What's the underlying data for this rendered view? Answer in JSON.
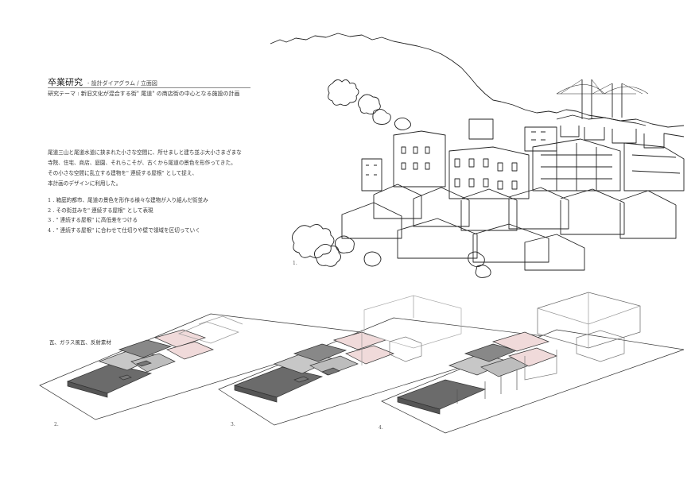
{
  "header": {
    "title": "卒業研究",
    "subtitle": "- 設計ダイアグラム / 立面図",
    "theme": "研究テーマ : 新旧文化が混合する街\" 尾道\" の商店街の中心となる施設の計画"
  },
  "description": [
    "尾道三山と尾道水道に挟まれた小さな空間に、所せましと建ち並ぶ大小さまざまな",
    "寺院、住宅、商店、庭園、それらこそが、古くから尾道の景色を形作ってきた。",
    "その小さな空間に乱立する建物を\" 連続する屋根\" として捉え、",
    "本計画のデザインに利用した。"
  ],
  "steps": [
    "1 . 箱庭的都市、尾道の景色を形作る様々な建物が入り組んだ街並み",
    "2 . その街並みを\" 連続する屋根\" として表現",
    "3 . \" 連続する屋根\" に高低差をつける",
    "4 . \" 連続する屋根\" に合わせて仕切りや壁で領域を区切っていく"
  ],
  "figure_numbers": {
    "fig1": "1.",
    "fig2": "2.",
    "fig3": "3.",
    "fig4": "4."
  },
  "annotation": "瓦、ガラス風瓦、反射素材",
  "colors": {
    "roof_dark": "#6b6b6b",
    "roof_light": "#c7c7c7",
    "roof_pink": "#f0dada",
    "line": "#222222"
  }
}
